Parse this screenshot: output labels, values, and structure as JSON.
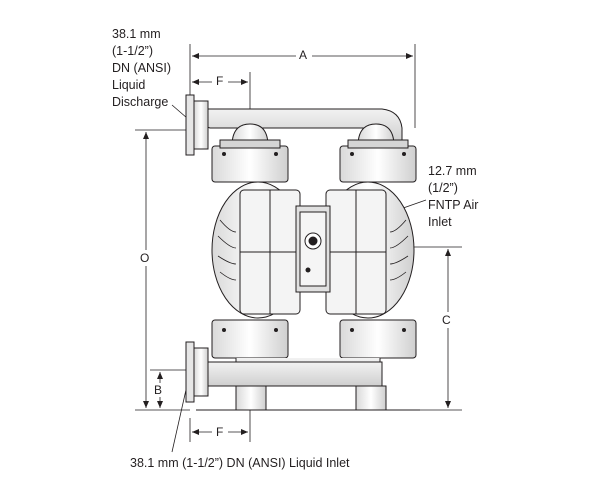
{
  "callouts": {
    "discharge": [
      "38.1 mm",
      "(1-1/2”)",
      "DN (ANSI)",
      "Liquid",
      "Discharge"
    ],
    "air_inlet": [
      "12.7 mm",
      "(1/2”)",
      "FNTP Air",
      "Inlet"
    ],
    "liquid_inlet": "38.1 mm (1-1/2”) DN (ANSI) Liquid Inlet"
  },
  "dimensions": {
    "a": "A",
    "f_top": "F",
    "f_bottom": "F",
    "o": "O",
    "c": "C",
    "b": "B"
  }
}
